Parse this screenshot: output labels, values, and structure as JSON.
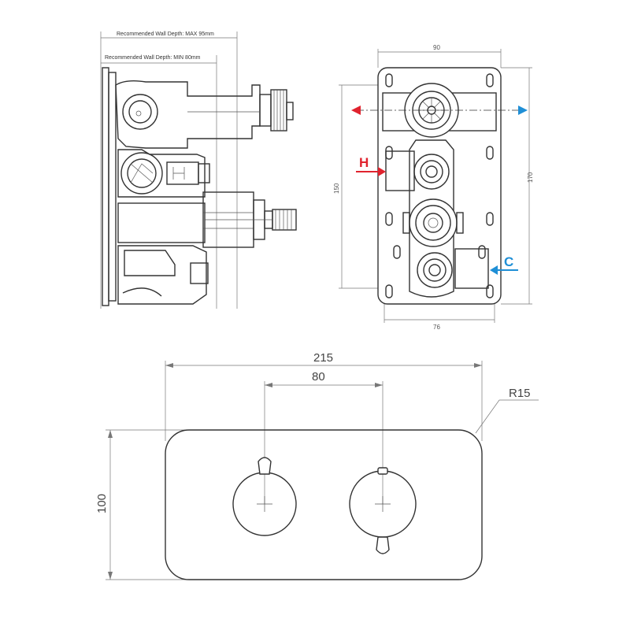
{
  "side_view": {
    "max_depth_label": "Recommended Wall Depth: MAX 95mm",
    "min_depth_label": "Recommended Wall Depth: MIN 80mm"
  },
  "front_view": {
    "width_label": "90",
    "height_outer_label": "170",
    "height_inner_label": "150",
    "bottom_width_label": "76",
    "hot_label": "H",
    "cold_label": "C",
    "hot_color": "#e0232e",
    "cold_color": "#1f8fd6"
  },
  "faceplate": {
    "width_label": "215",
    "spacing_label": "80",
    "height_label": "100",
    "radius_label": "R15"
  },
  "icons": [
    "flow-direction-arrow-icon",
    "hot-inlet-arrow-icon",
    "cold-inlet-arrow-icon"
  ]
}
